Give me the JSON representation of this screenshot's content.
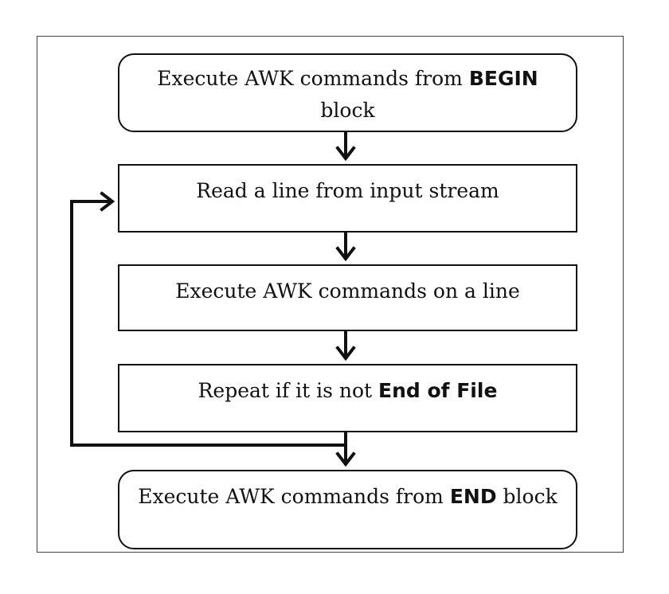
{
  "steps": [
    {
      "pre": "Execute AWK commands from ",
      "bold": "BEGIN",
      "post": " block"
    },
    {
      "pre": "Read a line from input stream",
      "bold": "",
      "post": ""
    },
    {
      "pre": "Execute AWK commands on a line",
      "bold": "",
      "post": ""
    },
    {
      "pre": "Repeat if it is not ",
      "bold": "End of File",
      "post": ""
    },
    {
      "pre": "Execute AWK commands from ",
      "bold": "END",
      "post": " block"
    }
  ]
}
